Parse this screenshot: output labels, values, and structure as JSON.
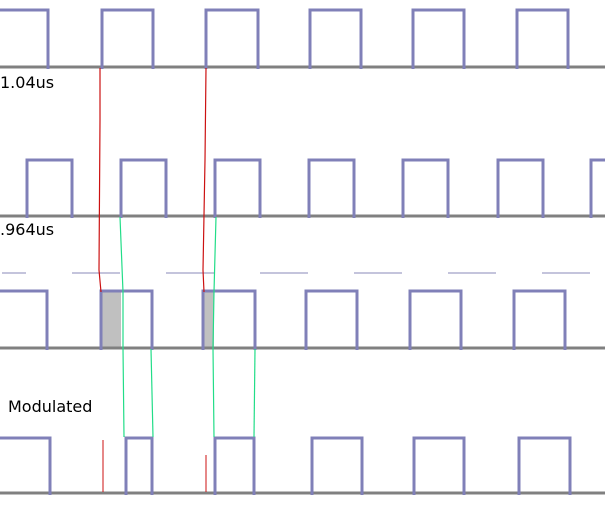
{
  "labels": {
    "top_period": "1.04us",
    "middle_period": ".964us",
    "modulated": "Modulated"
  },
  "colors": {
    "waveform": "#8080b8",
    "baseline": "#808080",
    "dash": "#a0a0c8",
    "marker_red": "#cc1111",
    "marker_green": "#22dd88",
    "overlap_fill": "#c0c0c0",
    "text": "#000000"
  }
}
